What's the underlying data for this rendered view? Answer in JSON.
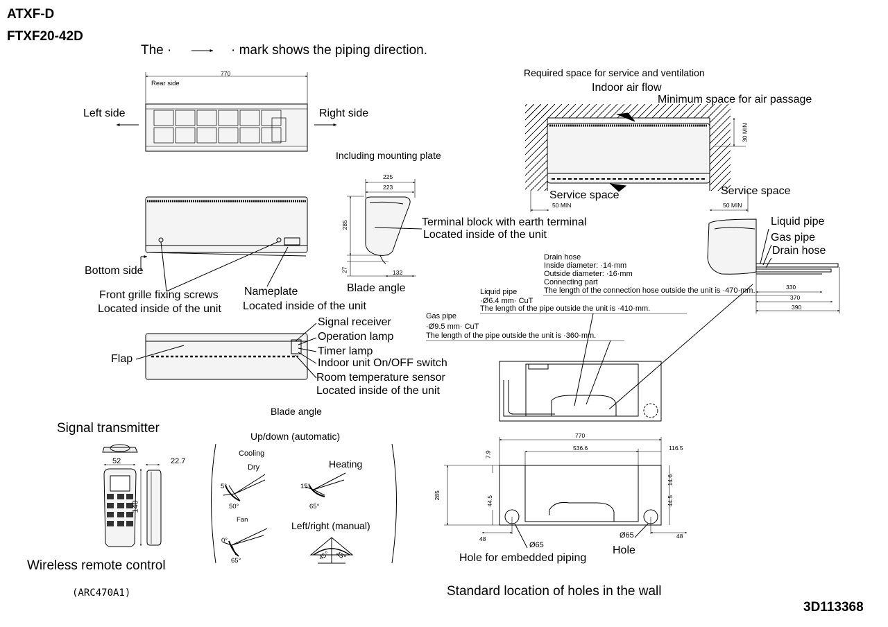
{
  "header": {
    "model_line1": "ATXF-D",
    "model_line2": "FTXF20-42D",
    "note_prefix": "The ·",
    "note_suffix": "· mark shows the piping direction."
  },
  "front_views": {
    "width_dim": "770",
    "rear_side": "Rear side",
    "left_side": "Left side",
    "right_side": "Right side",
    "bottom_side": "Bottom side",
    "front_grille_line1": "Front grille fixing screws",
    "front_grille_line2": "Located inside of the unit",
    "nameplate_line1": "Nameplate",
    "nameplate_line2": "Located inside of the unit",
    "flap": "Flap",
    "signal_receiver": "Signal receiver",
    "operation_lamp": "Operation lamp",
    "timer_lamp": "Timer lamp",
    "onoff_switch": "Indoor unit On/OFF switch",
    "room_temp_sensor": "Room temperature sensor",
    "room_temp_located": "Located inside of the unit",
    "blade_angle_center": "Blade angle"
  },
  "side_view": {
    "including_plate": "Including mounting plate",
    "dim_225": "225",
    "dim_223": "223",
    "dim_285": "285",
    "dim_27": "27",
    "dim_132": "132",
    "terminal_line1": "Terminal block with earth terminal",
    "terminal_line2": "Located inside of the unit",
    "blade_angle": "Blade angle"
  },
  "service": {
    "required_space": "Required space for service and ventilation",
    "indoor_air_flow": "Indoor air flow",
    "min_space": "Minimum space for air passage",
    "dim_30min": "30 MIN",
    "service_left": "Service space",
    "service_right": "Service space",
    "dim_50min_left": "50 MIN",
    "dim_50min_right": "50  MIN"
  },
  "piping": {
    "liquid_pipe": "Liquid pipe",
    "gas_pipe": "Gas pipe",
    "drain_hose": "Drain hose",
    "drain_title": "Drain hose",
    "drain_inside": "Inside diameter: ·14·mm",
    "drain_outside": "Outside diameter: ·16·mm",
    "drain_connecting": "Connecting part",
    "drain_length": "The length of the connection hose outside the unit is ·470·mm.",
    "liquid_title": "Liquid pipe",
    "liquid_size": "·Ø6.4 mm· CuT",
    "liquid_length": "The length of the pipe outside the unit is ·410·mm.",
    "gas_title": "Gas pipe",
    "gas_size": "·Ø9.5 mm· CuT",
    "gas_length": "The length of the pipe outside the unit is ·360·mm.",
    "dim_330": "330",
    "dim_370": "370",
    "dim_390": "390"
  },
  "remote": {
    "signal_transmitter": "Signal transmitter",
    "dim_52": "52",
    "dim_22_7": "22.7",
    "dim_140": "140",
    "title": "Wireless remote control",
    "model": "(ARC470A1)"
  },
  "blade": {
    "updown": "Up/down (automatic)",
    "cooling": "Cooling",
    "dry": "Dry",
    "heating": "Heating",
    "fan": "Fan",
    "leftright": "Left/right (manual)",
    "a5": "5°",
    "a50": "50°",
    "a15": "15°",
    "a65a": "65°",
    "a0": "0°",
    "a65b": "65°",
    "a45l": "45°",
    "a45r": "45°"
  },
  "wall": {
    "dim_770": "770",
    "dim_536_6": "536.6",
    "dim_116_5": "116.5",
    "dim_7_9": "7.9",
    "dim_285": "285",
    "dim_44_5_l": "44.5",
    "dim_14_6": "14.6",
    "dim_44_5_r": "44.5",
    "dim_48_l": "48",
    "dim_48_r": "48",
    "dia_65_l": "Ø65",
    "dia_65_r": "Ø65",
    "hole_embedded": "Hole for embedded piping",
    "hole": "Hole",
    "title": "Standard location of holes in the wall"
  },
  "footer": {
    "drawing_no": "3D113368"
  },
  "colors": {
    "line": "#000000",
    "unit_fill": "#f4f4f4"
  }
}
